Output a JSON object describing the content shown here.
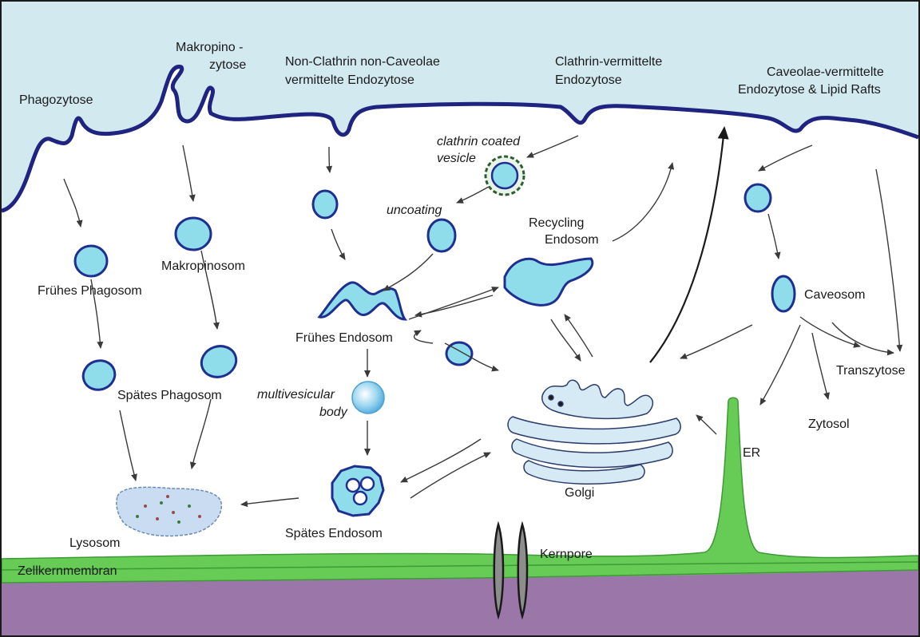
{
  "labels": {
    "phagozytose": "Phagozytose",
    "makropino_1": "Makropino -",
    "makropino_2": "zytose",
    "nonclathrin_1": "Non-Clathrin non-Caveolae",
    "nonclathrin_2": "vermittelte Endozytose",
    "clathrin_1": "Clathrin-vermittelte",
    "clathrin_2": "Endozytose",
    "caveolae_1": "Caveolae-vermittelte",
    "caveolae_2": "Endozytose & Lipid Rafts",
    "clathrin_vesicle_1": "clathrin coated",
    "clathrin_vesicle_2": "vesicle",
    "uncoating": "uncoating",
    "recycling_1": "Recycling",
    "recycling_2": "Endosom",
    "fruehes_phagosom": "Frühes Phagosom",
    "makropinosom": "Makropinosom",
    "fruehes_endosom": "Frühes Endosom",
    "caveosom": "Caveosom",
    "spaetes_phagosom": "Spätes Phagosom",
    "mvb_1": "multivesicular",
    "mvb_2": "body",
    "transzytose": "Transzytose",
    "zytosol": "Zytosol",
    "er": "ER",
    "golgi": "Golgi",
    "lysosom": "Lysosom",
    "spaetes_endosom": "Spätes Endosom",
    "kernpore": "Kernpore",
    "zellkernmembran": "Zellkernmembran"
  },
  "colors": {
    "extracellular": "#d3e9f0",
    "membrane": "#1f2480",
    "vesicle_fill": "#8fdcea",
    "vesicle_stroke": "#1f2f8f",
    "nuclear_membrane": "#66cc55",
    "nucleus": "#9a77a8",
    "golgi_fill": "#d6eaf5",
    "lysosome_fill": "#c9dcf2"
  }
}
